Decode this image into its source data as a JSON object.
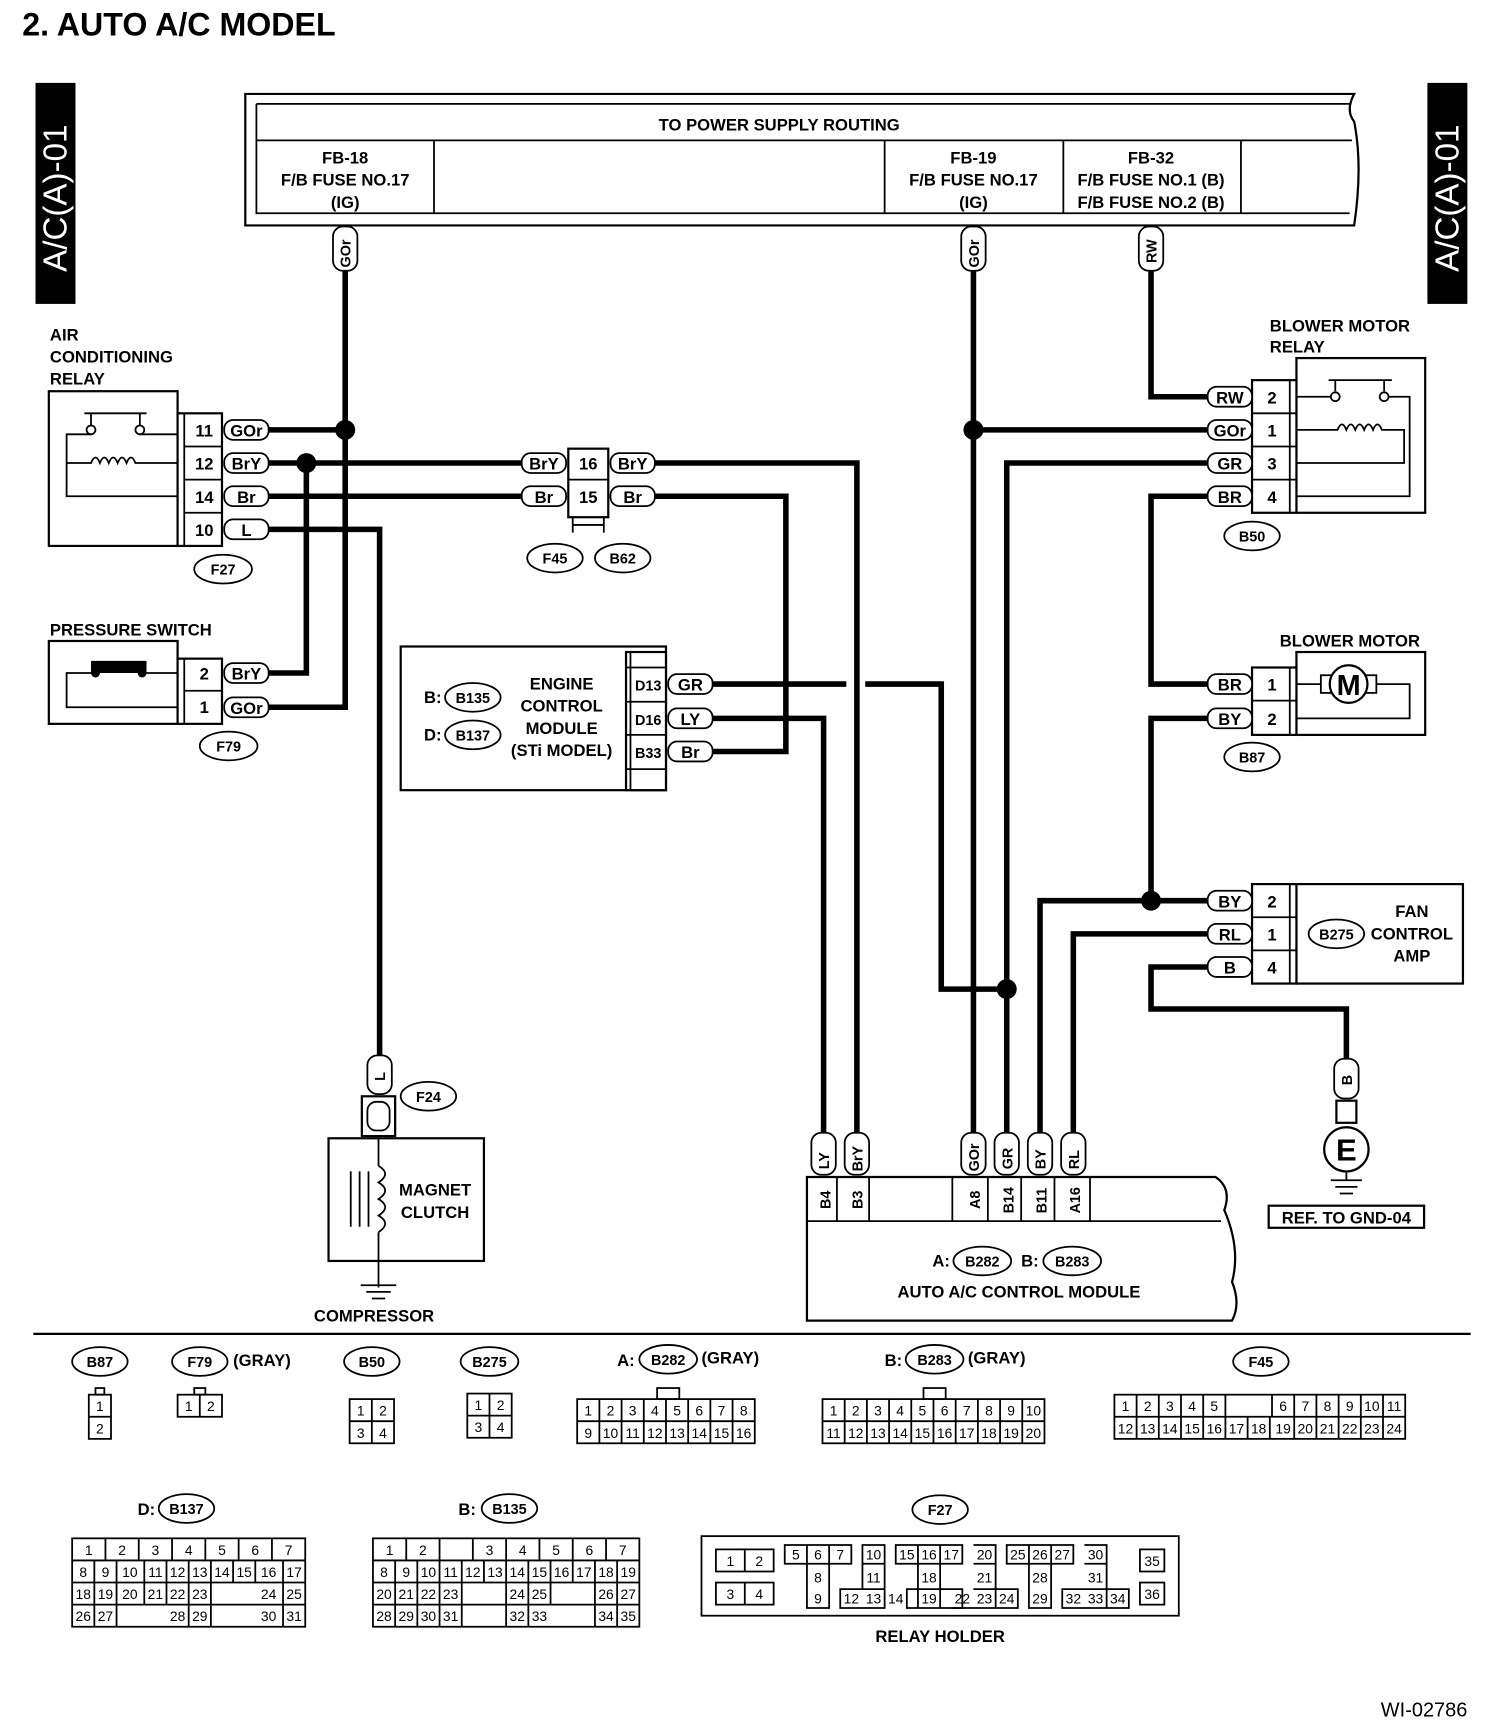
{
  "title": "2.  AUTO A/C MODEL",
  "tab_label": "A/C(A)-01",
  "figure_id": "WI-02786",
  "power": {
    "header": "TO POWER SUPPLY ROUTING",
    "fb18": [
      "FB-18",
      "F/B FUSE NO.17",
      "(IG)"
    ],
    "fb19": [
      "FB-19",
      "F/B FUSE NO.17",
      "(IG)"
    ],
    "fb32": [
      "FB-32",
      "F/B FUSE NO.1 (B)",
      "F/B FUSE NO.2 (B)"
    ]
  },
  "wires": {
    "gor": "GOr",
    "rw": "RW",
    "bry": "BrY",
    "br": "Br",
    "l": "L",
    "gr": "GR",
    "ly": "LY",
    "by": "BY",
    "rl": "RL",
    "b": "B",
    "br_caps": "BR"
  },
  "components": {
    "ac_relay": [
      "AIR",
      "CONDITIONING",
      "RELAY"
    ],
    "pressure_switch": "PRESSURE SWITCH",
    "ecm": [
      "ENGINE",
      "CONTROL",
      "MODULE",
      "(STi MODEL)"
    ],
    "ecm_prefix_b": "B:",
    "ecm_prefix_d": "D:",
    "magnet_clutch": [
      "MAGNET",
      "CLUTCH"
    ],
    "compressor": "COMPRESSOR",
    "blower_relay": [
      "BLOWER MOTOR",
      "RELAY"
    ],
    "blower_motor": "BLOWER MOTOR",
    "motor_symbol": "M",
    "fan_amp": [
      "FAN",
      "CONTROL",
      "AMP"
    ],
    "ground_symbol": "E",
    "ground_ref": "REF. TO GND-04",
    "acm": {
      "prefix_a": "A:",
      "prefix_b": "B:",
      "name": "AUTO A/C CONTROL MODULE"
    }
  },
  "connectors": {
    "F27": "F27",
    "F79": "F79",
    "F45": "F45",
    "B62": "B62",
    "B50": "B50",
    "B87": "B87",
    "B135": "B135",
    "B137": "B137",
    "B275": "B275",
    "B282": "B282",
    "B283": "B283",
    "F24": "F24"
  },
  "pins": {
    "f27": [
      "11",
      "12",
      "14",
      "10"
    ],
    "f79": [
      "2",
      "1"
    ],
    "junction": [
      "16",
      "15"
    ],
    "ecm": [
      "D13",
      "D16",
      "B33"
    ],
    "b50": [
      "2",
      "1",
      "3",
      "4"
    ],
    "b87": [
      "1",
      "2"
    ],
    "b275": [
      "2",
      "1",
      "4"
    ],
    "acm": [
      "B4",
      "B3",
      "A8",
      "B14",
      "B11",
      "A16"
    ]
  },
  "legend": {
    "gray": "(GRAY)",
    "a_prefix": "A:",
    "b_prefix": "B:",
    "d_prefix": "D:",
    "relay_holder": "RELAY HOLDER"
  }
}
